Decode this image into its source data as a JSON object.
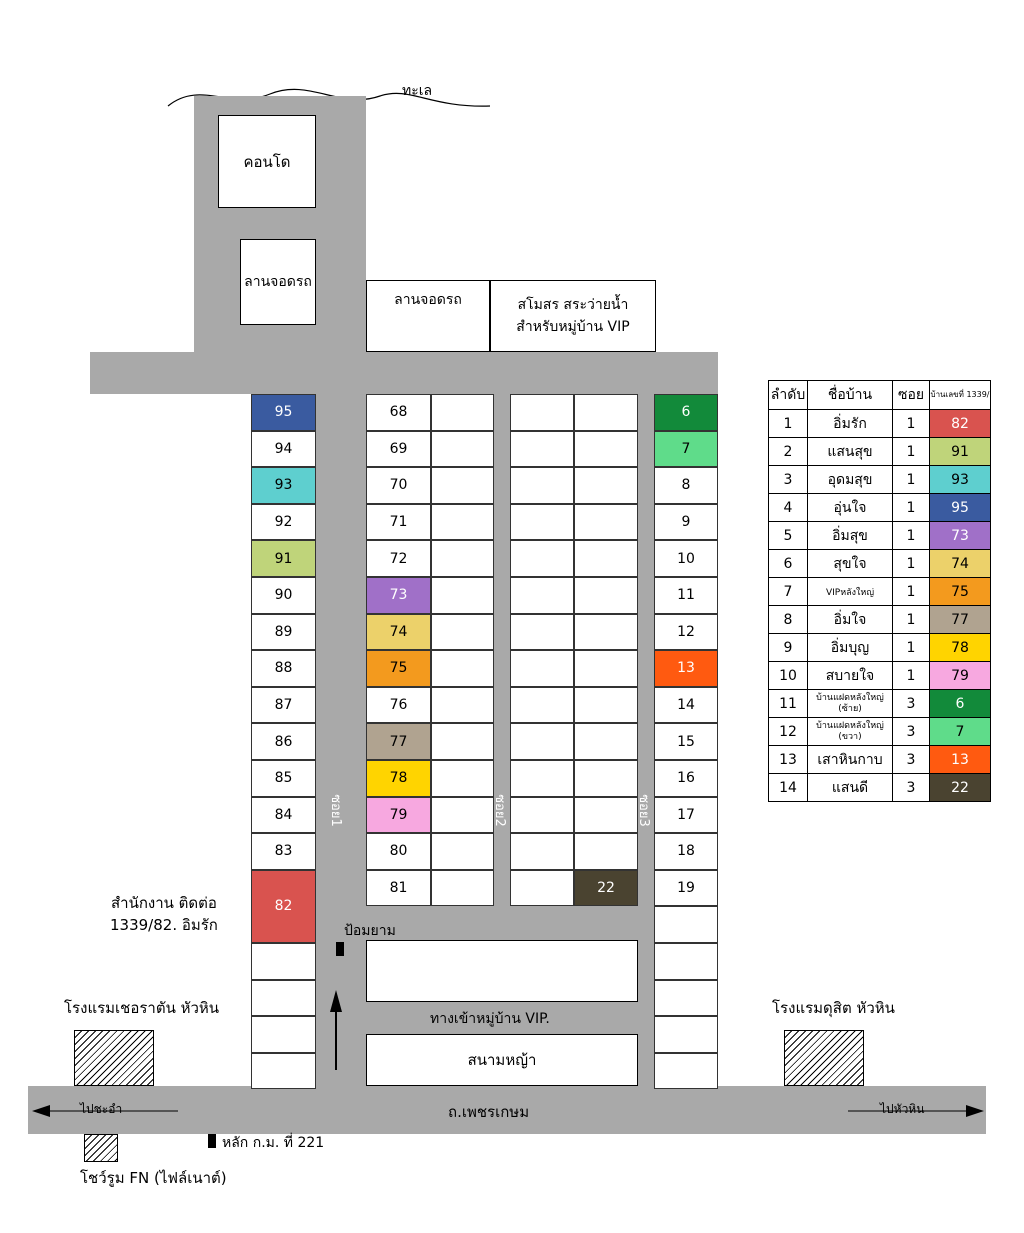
{
  "labels": {
    "sea": "ทะเล",
    "condo": "คอนโด",
    "parking1": "ลานจอดรถ",
    "parking2": "ลานจอดรถ",
    "club": "สโมสร สระว่ายน้ำ\nสำหรับหมู่บ้าน VIP",
    "office": "สำนักงาน ติดต่อ\n1339/82. อิมรัก",
    "guard": "ป้อมยาม",
    "entrance": "ทางเข้าหมู่บ้าน  VIP.",
    "lawn": "สนามหญ้า",
    "road": "ถ.เพชรเกษม",
    "to_cha_am": "ไปชะอำ",
    "to_hua_hin": "ไปหัวหิน",
    "km_post": "หลัก ก.ม. ที่ 221",
    "showroom": "โชว์รูม FN (ไฟล์เนาต์)",
    "hotel_left": "โรงแรมเชอราตัน หัวหิน",
    "hotel_right": "โรงแรมดุสิต หัวหิน",
    "soi1": "ซอย1",
    "soi2": "ซอย2",
    "soi3": "ซอย3"
  },
  "col_left": [
    {
      "n": "95",
      "c": "#3a5ba0"
    },
    {
      "n": "94",
      "c": "#ffffff"
    },
    {
      "n": "93",
      "c": "#5ecfcf"
    },
    {
      "n": "92",
      "c": "#ffffff"
    },
    {
      "n": "91",
      "c": "#bfd47a"
    },
    {
      "n": "90",
      "c": "#ffffff"
    },
    {
      "n": "89",
      "c": "#ffffff"
    },
    {
      "n": "88",
      "c": "#ffffff"
    },
    {
      "n": "87",
      "c": "#ffffff"
    },
    {
      "n": "86",
      "c": "#ffffff"
    },
    {
      "n": "85",
      "c": "#ffffff"
    },
    {
      "n": "84",
      "c": "#ffffff"
    },
    {
      "n": "83",
      "c": "#ffffff"
    }
  ],
  "col_left_82": {
    "n": "82",
    "c": "#d9534f"
  },
  "col_mid": [
    {
      "n": "68",
      "c": "#ffffff"
    },
    {
      "n": "69",
      "c": "#ffffff"
    },
    {
      "n": "70",
      "c": "#ffffff"
    },
    {
      "n": "71",
      "c": "#ffffff"
    },
    {
      "n": "72",
      "c": "#ffffff"
    },
    {
      "n": "73",
      "c": "#a070c8"
    },
    {
      "n": "74",
      "c": "#ecd16a"
    },
    {
      "n": "75",
      "c": "#f39a1e"
    },
    {
      "n": "76",
      "c": "#ffffff"
    },
    {
      "n": "77",
      "c": "#b0a390"
    },
    {
      "n": "78",
      "c": "#ffd400"
    },
    {
      "n": "79",
      "c": "#f7a8e0"
    },
    {
      "n": "80",
      "c": "#ffffff"
    },
    {
      "n": "81",
      "c": "#ffffff"
    }
  ],
  "col_soi2_22": {
    "n": "22",
    "c": "#4a4330"
  },
  "col_right": [
    {
      "n": "6",
      "c": "#128a3a"
    },
    {
      "n": "7",
      "c": "#5fdc8a"
    },
    {
      "n": "8",
      "c": "#ffffff"
    },
    {
      "n": "9",
      "c": "#ffffff"
    },
    {
      "n": "10",
      "c": "#ffffff"
    },
    {
      "n": "11",
      "c": "#ffffff"
    },
    {
      "n": "12",
      "c": "#ffffff"
    },
    {
      "n": "13",
      "c": "#ff5a10"
    },
    {
      "n": "14",
      "c": "#ffffff"
    },
    {
      "n": "15",
      "c": "#ffffff"
    },
    {
      "n": "16",
      "c": "#ffffff"
    },
    {
      "n": "17",
      "c": "#ffffff"
    },
    {
      "n": "18",
      "c": "#ffffff"
    },
    {
      "n": "19",
      "c": "#ffffff"
    }
  ],
  "legend": {
    "headers": [
      "ลำดับ",
      "ชื่อบ้าน",
      "ซอย",
      "บ้านเลขที่ 1339/"
    ],
    "rows": [
      {
        "no": "1",
        "name": "อิ่มรัก",
        "soi": "1",
        "house": "82",
        "c": "#d9534f"
      },
      {
        "no": "2",
        "name": "แสนสุข",
        "soi": "1",
        "house": "91",
        "c": "#bfd47a"
      },
      {
        "no": "3",
        "name": "อุดมสุข",
        "soi": "1",
        "house": "93",
        "c": "#5ecfcf"
      },
      {
        "no": "4",
        "name": "อุ่นใจ",
        "soi": "1",
        "house": "95",
        "c": "#3a5ba0"
      },
      {
        "no": "5",
        "name": "อิ่มสุข",
        "soi": "1",
        "house": "73",
        "c": "#a070c8"
      },
      {
        "no": "6",
        "name": "สุขใจ",
        "soi": "1",
        "house": "74",
        "c": "#ecd16a"
      },
      {
        "no": "7",
        "name": "VIPหลังใหญ่",
        "soi": "1",
        "house": "75",
        "c": "#f39a1e"
      },
      {
        "no": "8",
        "name": "อิ่มใจ",
        "soi": "1",
        "house": "77",
        "c": "#b0a390"
      },
      {
        "no": "9",
        "name": "อิ่มบุญ",
        "soi": "1",
        "house": "78",
        "c": "#ffd400"
      },
      {
        "no": "10",
        "name": "สบายใจ",
        "soi": "1",
        "house": "79",
        "c": "#f7a8e0"
      },
      {
        "no": "11",
        "name": "บ้านแฝดหลังใหญ่ (ซ้าย)",
        "soi": "3",
        "house": "6",
        "c": "#128a3a"
      },
      {
        "no": "12",
        "name": "บ้านแฝดหลังใหญ่ (ขวา)",
        "soi": "3",
        "house": "7",
        "c": "#5fdc8a"
      },
      {
        "no": "13",
        "name": "เสาหินกาบ",
        "soi": "3",
        "house": "13",
        "c": "#ff5a10"
      },
      {
        "no": "14",
        "name": "แสนดี",
        "soi": "3",
        "house": "22",
        "c": "#4a4330"
      }
    ]
  }
}
